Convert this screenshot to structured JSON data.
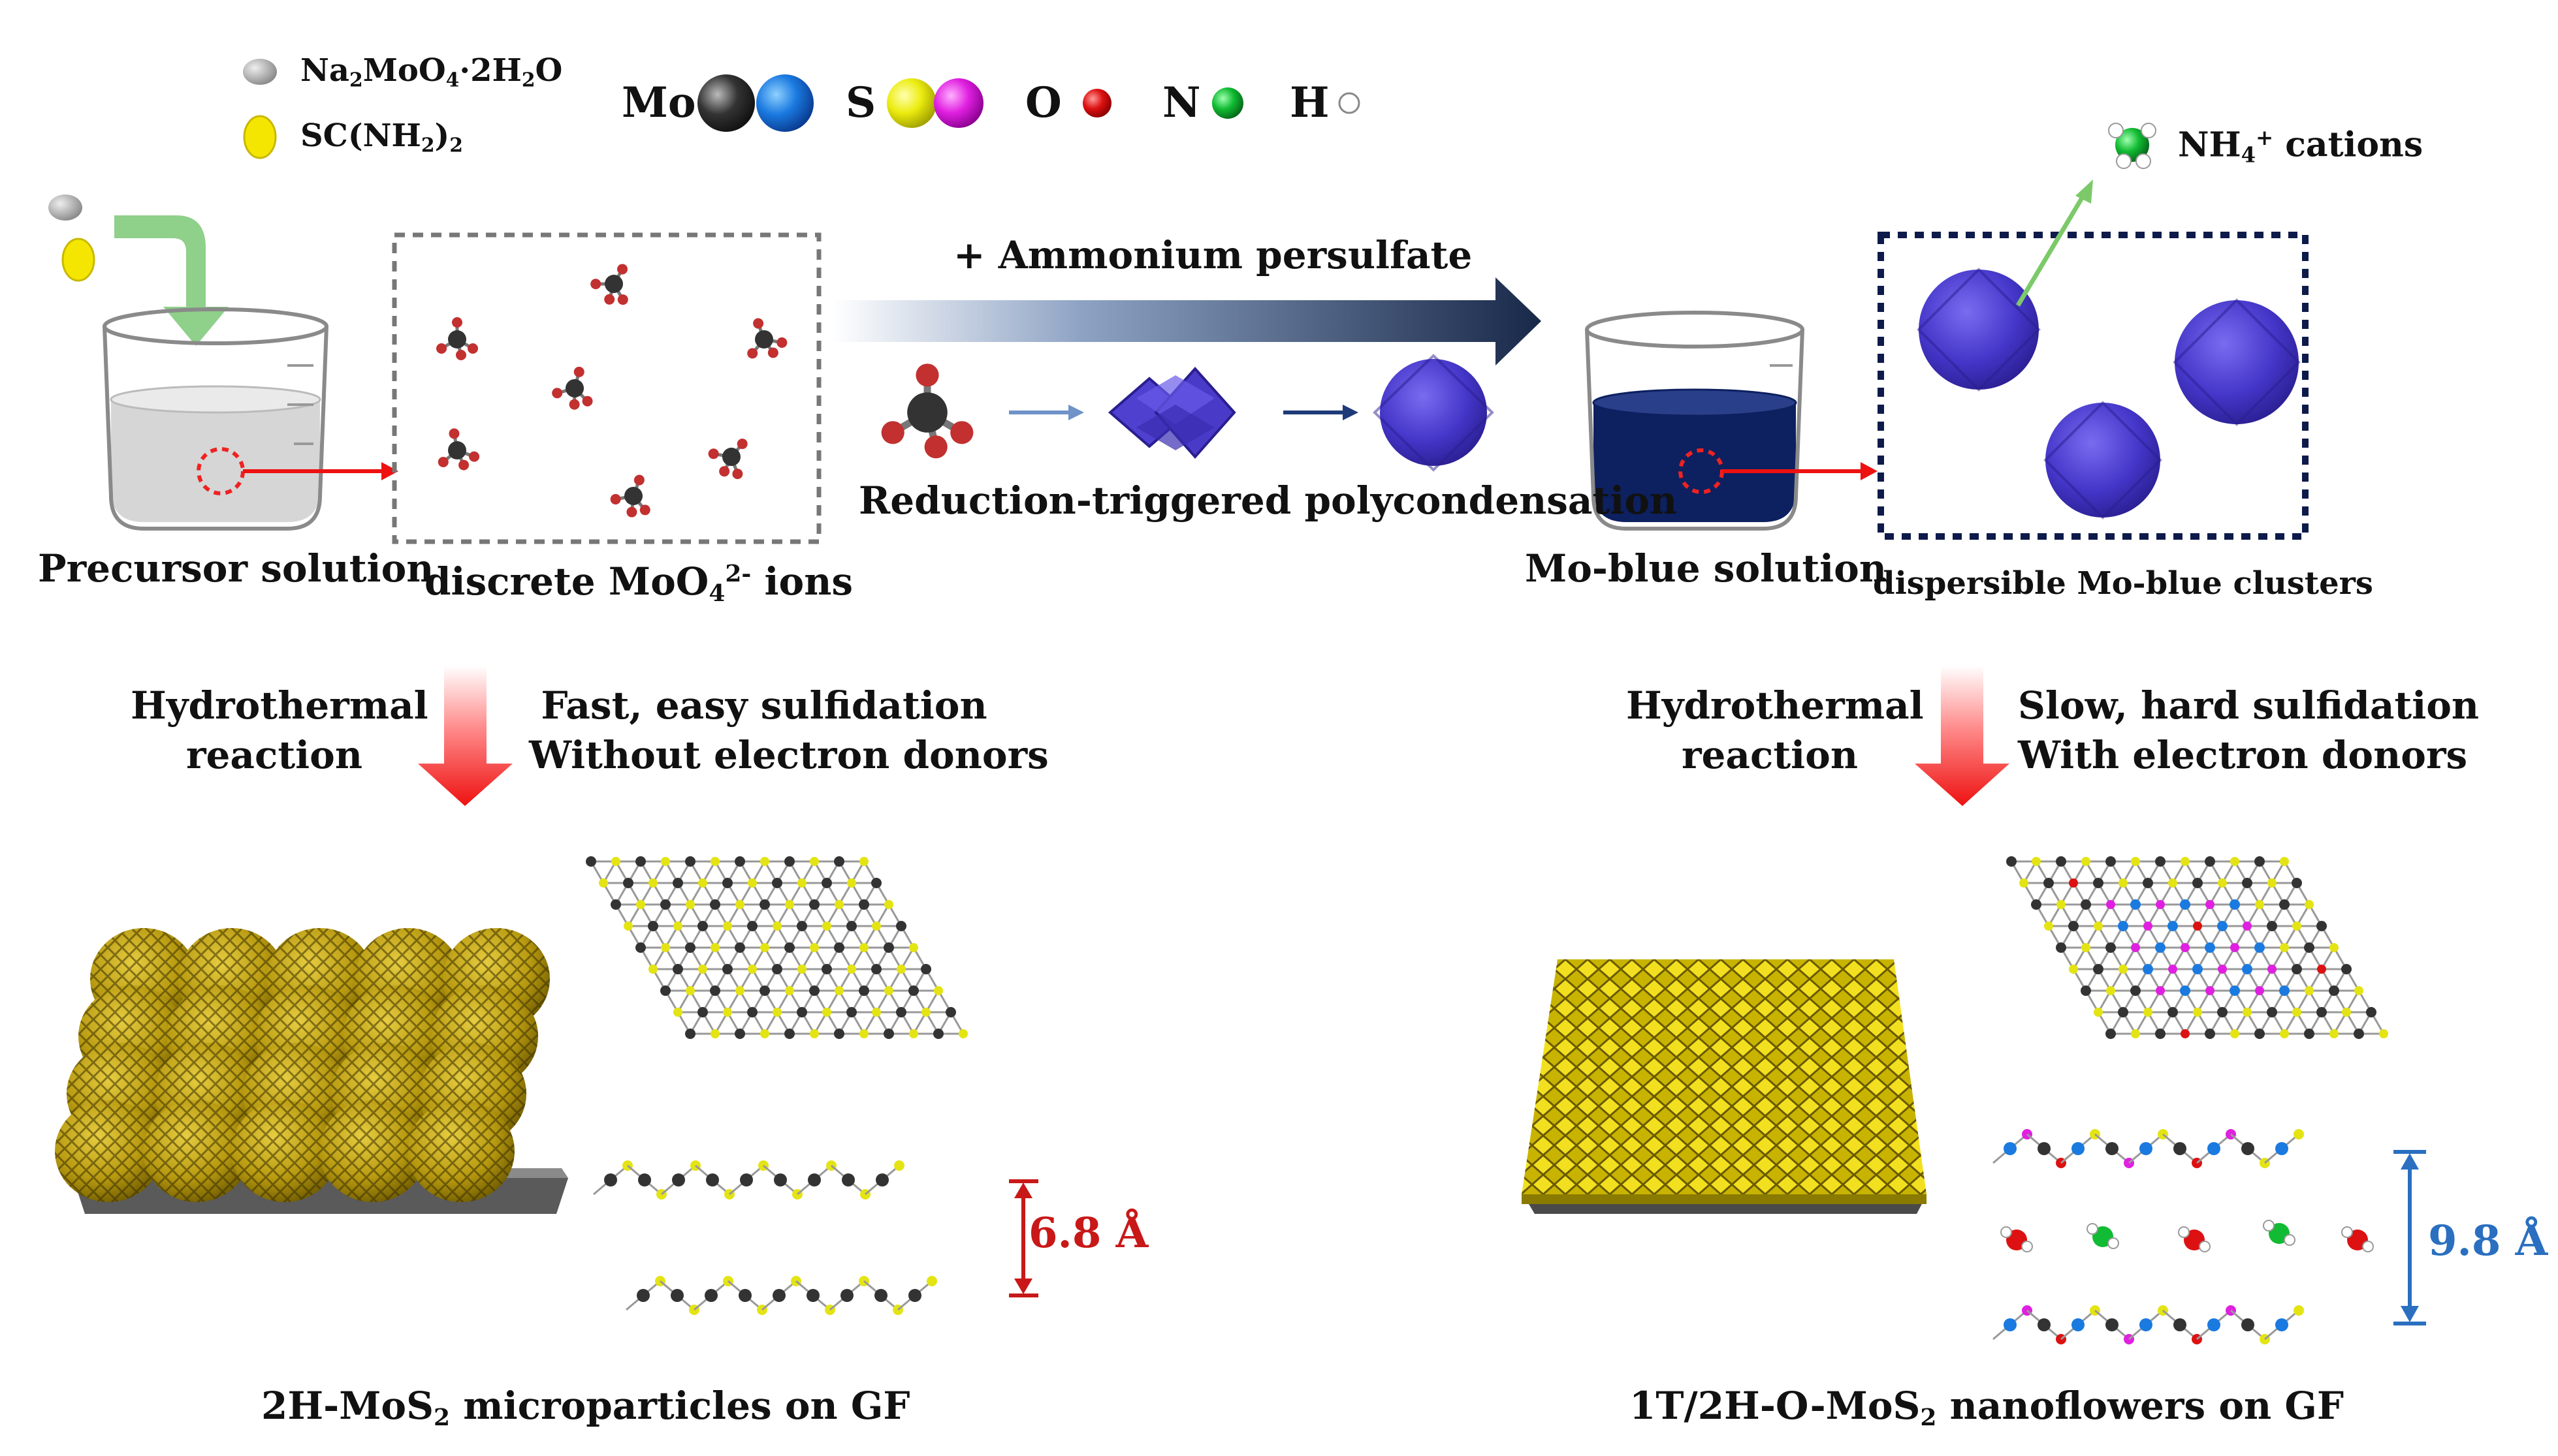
{
  "legend": {
    "precursor_na": {
      "main": "Na",
      "s1": "2",
      "mid": "MoO",
      "s2": "4",
      "rest": "·2H",
      "s3": "2",
      "end": "O"
    },
    "precursor_thio": {
      "main": "SC(NH",
      "s1": "2",
      "end": ")",
      "s2": "2"
    },
    "elements": [
      {
        "symbol": "Mo",
        "colors": [
          "#3a3a3a",
          "#1a7ae0"
        ]
      },
      {
        "symbol": "S",
        "colors": [
          "#ecec10",
          "#e020e0"
        ]
      },
      {
        "symbol": "O",
        "colors": [
          "#dd1111"
        ]
      },
      {
        "symbol": "N",
        "colors": [
          "#11bb33"
        ]
      },
      {
        "symbol": "H",
        "colors": [
          "#ffffff"
        ]
      }
    ]
  },
  "top": {
    "arrow_label": "+ Ammonium  persulfate",
    "polycondensation_label": "Reduction-triggered  polycondensation",
    "precursor_solution": "Precursor solution",
    "discrete_ions": {
      "main": "discrete MoO",
      "s1": "4",
      "sup": "2-",
      "end": " ions"
    },
    "mo_blue_solution": "Mo-blue solution",
    "dispersible_clusters": "dispersible Mo-blue clusters",
    "nh4_cations": {
      "main": "NH",
      "s1": "4",
      "sup": "+",
      "end": " cations"
    }
  },
  "left_branch": {
    "reaction_line1": "Hydrothermal",
    "reaction_line2": "reaction",
    "desc_line1": "Fast, easy sulfidation",
    "desc_line2": "Without electron donors",
    "spacing": "6.8 Å",
    "caption": {
      "main": "2H-MoS",
      "s1": "2",
      "end": " microparticles on GF"
    }
  },
  "right_branch": {
    "reaction_line1": "Hydrothermal",
    "reaction_line2": "reaction",
    "desc_line1": "Slow, hard sulfidation",
    "desc_line2": "With electron donors",
    "spacing": "9.8 Å",
    "caption": {
      "main": "1T/2H-O-MoS",
      "s1": "2",
      "end": " nanoflowers on GF"
    }
  },
  "colors": {
    "red_arrow": "#ee1111",
    "mo_blue": "#0d2060",
    "cluster": "#4a3ad0",
    "mos2_gold": "#c8a800",
    "spacing_red": "#c81818",
    "spacing_blue": "#2a6fc0",
    "green_arrow": "#7cc96a"
  }
}
